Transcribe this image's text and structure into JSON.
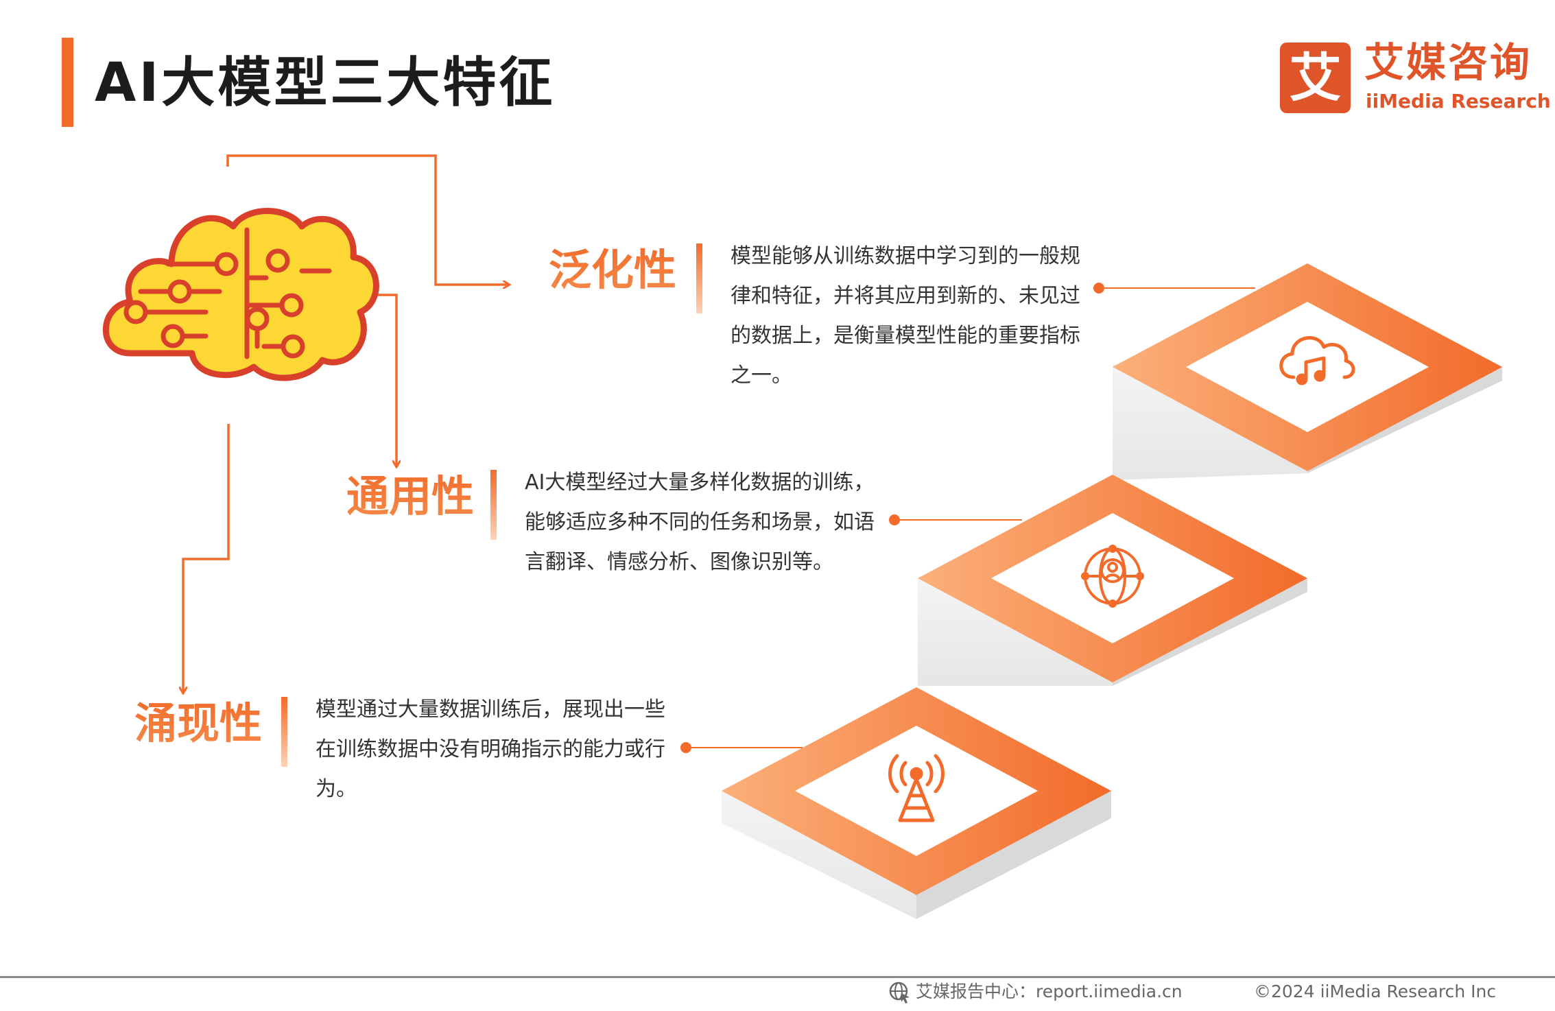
{
  "header": {
    "title": "AI大模型三大特征",
    "logo_mark": "艾",
    "logo_cn": "艾媒咨询",
    "logo_en": "iiMedia Research"
  },
  "features": [
    {
      "title": "泛化性",
      "description": "模型能够从训练数据中学习到的一般规律和特征，并将其应用到新的、未见过的数据上，是衡量模型性能的重要指标之一。",
      "icon": "cloud-music-icon"
    },
    {
      "title": "通用性",
      "description": "AI大模型经过大量多样化数据的训练，能够适应多种不同的任务和场景，如语言翻译、情感分析、图像识别等。",
      "icon": "globe-user-icon"
    },
    {
      "title": "涌现性",
      "description": "模型通过大量数据训练后，展现出一些在训练数据中没有明确指示的能力或行为。",
      "icon": "signal-tower-icon"
    }
  ],
  "footer": {
    "source": "艾媒报告中心：report.iimedia.cn",
    "copyright": "©2024  iiMedia Research  Inc"
  },
  "colors": {
    "accent": "#f26b2a",
    "brand": "#e0542a",
    "brain_fill": "#fdd835",
    "brain_stroke": "#d9402c",
    "stair_side": "#ececec"
  }
}
